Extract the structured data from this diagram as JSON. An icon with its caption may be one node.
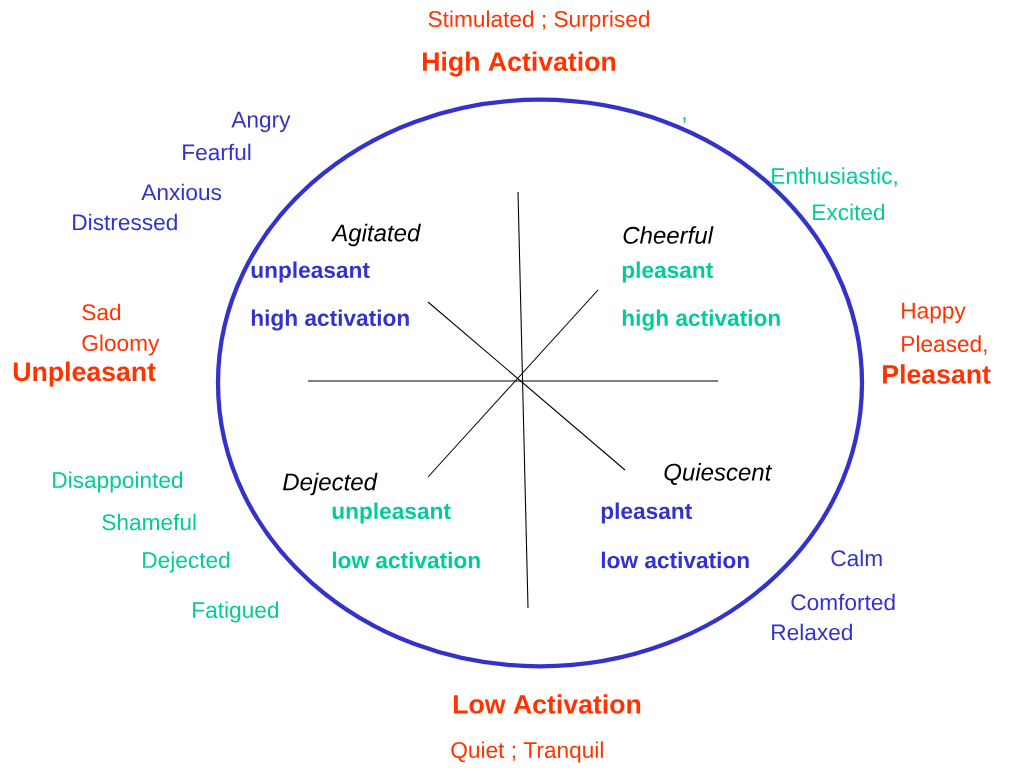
{
  "diagram": {
    "labels": [
      "Stimulated ; Surprised",
      "High Activation",
      "Angry",
      "Fearful",
      "Anxious",
      "Distressed",
      ",",
      "Enthusiastic,",
      "Excited",
      "Agitated",
      "Cheerful",
      "unpleasant",
      "pleasant",
      "Sad",
      "Happy",
      "high activation",
      "high activation",
      "Gloomy",
      "Pleased,",
      "Unpleasant",
      "Pleasant",
      "Quiescent",
      "Disappointed",
      "Dejected",
      "unpleasant",
      "pleasant",
      "Shameful",
      "low activation",
      "low activation",
      "Calm",
      "Dejected",
      "Comforted",
      "Fatigued",
      "Relaxed",
      "Low Activation",
      "Quiet ; Tranquil"
    ]
  }
}
